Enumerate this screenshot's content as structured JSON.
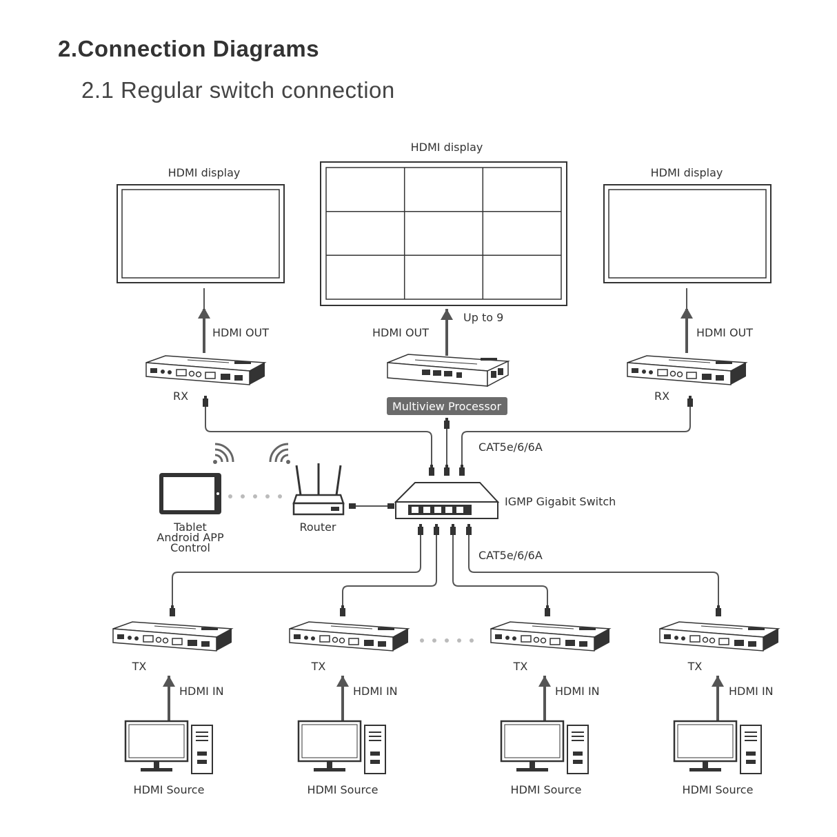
{
  "header": {
    "title": "2.Connection Diagrams",
    "subtitle": "2.1 Regular switch connection"
  },
  "labels": {
    "display_left": "HDMI display",
    "display_center": "HDMI display",
    "display_right": "HDMI display",
    "hdmi_out_left": "HDMI OUT",
    "hdmi_out_center": "HDMI OUT",
    "hdmi_out_right": "HDMI OUT",
    "up_to_9": "Up to 9",
    "rx_left": "RX",
    "rx_right": "RX",
    "multiview_processor": "Multiview Processor",
    "cat_top": "CAT5e/6/6A",
    "cat_bottom": "CAT5e/6/6A",
    "igmp_switch": "IGMP Gigabit Switch",
    "router": "Router",
    "tablet_line1": "Tablet",
    "tablet_line2": "Android APP",
    "tablet_line3": "Control",
    "tx_labels": [
      "TX",
      "TX",
      "TX",
      "TX"
    ],
    "hdmi_in_labels": [
      "HDMI IN",
      "HDMI IN",
      "HDMI IN",
      "HDMI IN"
    ],
    "source_labels": [
      "HDMI Source",
      "HDMI Source",
      "HDMI Source",
      "HDMI Source"
    ]
  },
  "colors": {
    "line": "#555555",
    "device_dark": "#333333",
    "label_bg": "#6b6b6b"
  }
}
